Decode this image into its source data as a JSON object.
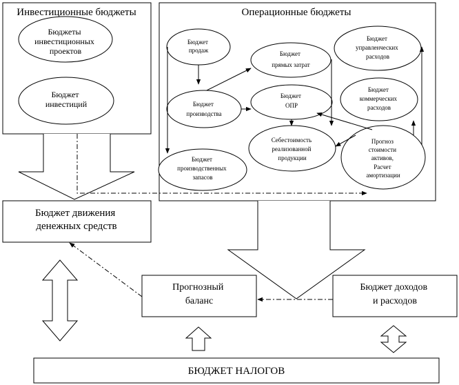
{
  "investment": {
    "title": "Инвестиционные бюджеты",
    "project_budgets": [
      "Бюджеты",
      "инвестиционных",
      "проектов"
    ],
    "investment_budget": [
      "Бюджет",
      "инвестиций"
    ]
  },
  "operational": {
    "title": "Операционные бюджеты",
    "sales": [
      "Бюджет",
      "продаж"
    ],
    "direct_costs": [
      "Бюджет",
      "прямых затрат"
    ],
    "management_costs": [
      "Бюджет",
      "управленческих",
      "расходов"
    ],
    "production": [
      "Бюджет",
      "производства"
    ],
    "opr": [
      "Бюджет",
      "ОПР"
    ],
    "commercial_costs": [
      "Бюджет",
      "коммерческих",
      "расходов"
    ],
    "cost_of_goods": [
      "Себестоимость",
      "реализованной",
      "продукции"
    ],
    "asset_forecast": [
      "Прогноз",
      "стоимости",
      "активов,",
      "Расчет",
      "амортизации"
    ],
    "production_stock": [
      "Бюджет",
      "производственных",
      "запасов"
    ]
  },
  "cash_flow": [
    "Бюджет движения",
    "денежных средств"
  ],
  "forecast_balance": [
    "Прогнозный",
    "баланс"
  ],
  "income_expense": [
    "Бюджет доходов",
    "и расходов"
  ],
  "taxes": "БЮДЖЕТ НАЛОГОВ",
  "colors": {
    "line": "#000000",
    "background": "#ffffff"
  }
}
